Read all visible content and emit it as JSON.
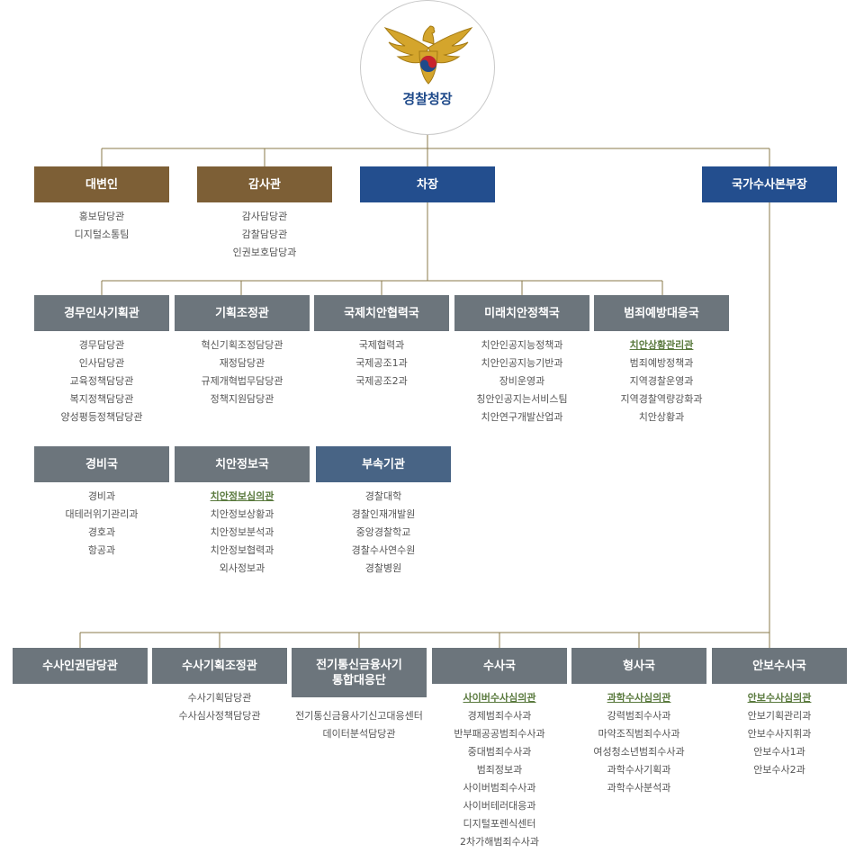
{
  "top": {
    "title": "경찰청장"
  },
  "colors": {
    "brown": "#7d5f36",
    "navy": "#234e8e",
    "gray": "#6c757c",
    "slate": "#486485",
    "highlight": "#5a7a3e"
  },
  "row1": [
    {
      "label": "대변인",
      "items": [
        "홍보담당관",
        "디지털소통팀"
      ]
    },
    {
      "label": "감사관",
      "items": [
        "감사담당관",
        "감찰담당관",
        "인권보호담당과"
      ]
    },
    {
      "label": "차장",
      "items": []
    },
    {
      "label": "국가수사본부장",
      "items": []
    }
  ],
  "row2": [
    {
      "label": "경무인사기획관",
      "items": [
        "경무담당관",
        "인사담당관",
        "교육정책담당관",
        "복지정책담당관",
        "양성평등정책담당관"
      ]
    },
    {
      "label": "기획조정관",
      "items": [
        "혁신기획조정담당관",
        "재정담당관",
        "규제개혁법무담당관",
        "정책지원담당관"
      ]
    },
    {
      "label": "국제치안협력국",
      "items": [
        "국제협력과",
        "국제공조1과",
        "국제공조2과"
      ]
    },
    {
      "label": "미래치안정책국",
      "items": [
        "치안인공지능정책과",
        "치안인공지능기반과",
        "장비운영과",
        "칭안인공지는서비스팀",
        "치안연구개발산업과"
      ]
    },
    {
      "label": "범죄예방대응국",
      "highlight": "치안상황관리관",
      "items": [
        "범죄예방정책과",
        "지역경찰운영과",
        "지역경찰역량강화과",
        "치안상황과"
      ]
    }
  ],
  "row3": [
    {
      "label": "경비국",
      "items": [
        "경비과",
        "대테러위기관리과",
        "경호과",
        "항공과"
      ]
    },
    {
      "label": "치안정보국",
      "highlight": "치안정보심의관",
      "items": [
        "치안정보상황과",
        "치안정보분석과",
        "치안정보협력과",
        "외사정보과"
      ]
    },
    {
      "label": "부속기관",
      "items": [
        "경찰대학",
        "경찰인재개발원",
        "중앙경찰학교",
        "경찰수사연수원",
        "경찰병원"
      ]
    }
  ],
  "row4": [
    {
      "label": "수사인권담당관",
      "items": []
    },
    {
      "label": "수사기획조정관",
      "items": [
        "수사기획담당관",
        "수사심사정책담당관"
      ]
    },
    {
      "label_line1": "전기통신금융사기",
      "label_line2": "통합대응단",
      "items": [
        "전기통신금융사기신고대응센터",
        "데이터분석담당관"
      ]
    },
    {
      "label": "수사국",
      "highlight": "사이버수사심의관",
      "items": [
        "경제범죄수사과",
        "반부패공공범죄수사과",
        "중대범죄수사과",
        "범죄정보과",
        "사이버범죄수사과",
        "사이버테러대응과",
        "디지털포렌식센터",
        "2차가해범죄수사과"
      ]
    },
    {
      "label": "형사국",
      "highlight": "과학수사심의관",
      "items": [
        "강력범죄수사과",
        "마약조직범죄수사과",
        "여성청소년범죄수사과",
        "과학수사기획과",
        "과학수사분석과"
      ]
    },
    {
      "label": "안보수사국",
      "highlight": "안보수사심의관",
      "items": [
        "안보기획관리과",
        "안보수사지휘과",
        "안보수사1과",
        "안보수사2과"
      ]
    }
  ]
}
